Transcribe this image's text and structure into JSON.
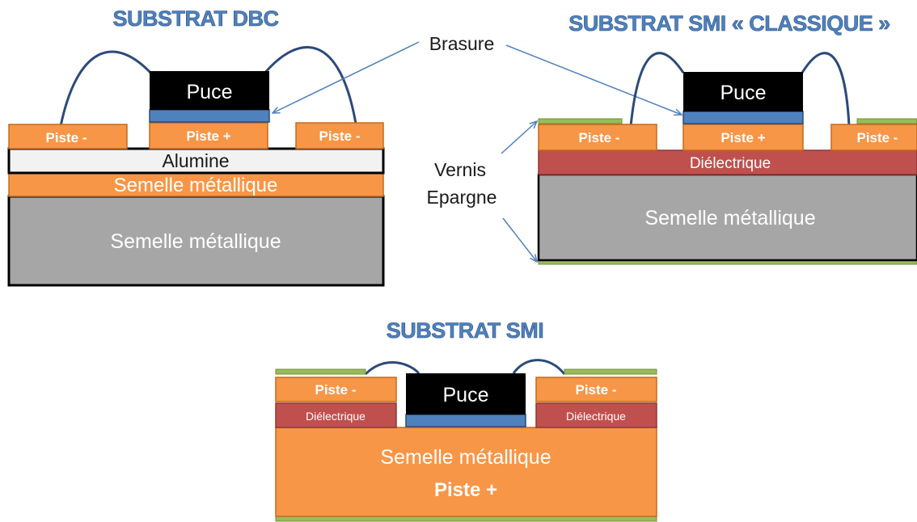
{
  "titles": {
    "dbc": "SUBSTRAT DBC",
    "smi_classique": "SUBSTRAT SMI « CLASSIQUE »",
    "smi": "SUBSTRAT SMI"
  },
  "callouts": {
    "brasure": "Brasure",
    "vernis_line1": "Vernis",
    "vernis_line2": "Epargne"
  },
  "dbc": {
    "puce": "Puce",
    "piste_plus": "Piste +",
    "piste_minus_left": "Piste -",
    "piste_minus_right": "Piste -",
    "alumine": "Alumine",
    "semelle_orange": "Semelle métallique",
    "semelle_gray": "Semelle métallique"
  },
  "smi_classique": {
    "puce": "Puce",
    "piste_plus": "Piste +",
    "piste_minus_left": "Piste -",
    "piste_minus_right": "Piste -",
    "dielectrique": "Diélectrique",
    "semelle": "Semelle métallique"
  },
  "smi": {
    "puce": "Puce",
    "piste_minus_left": "Piste -",
    "piste_minus_right": "Piste -",
    "dielectrique_left": "Diélectrique",
    "dielectrique_right": "Diélectrique",
    "semelle": "Semelle métallique",
    "piste_plus": "Piste +"
  },
  "colors": {
    "orange": "#f79646",
    "orange_border": "#c46a1e",
    "gray": "#a6a6a6",
    "alumine": "#f2f2f2",
    "dielectric": "#c0504d",
    "dielectric_border": "#8c3836",
    "green_vernis": "#9bbb59",
    "blue_brasure": "#4f81bd",
    "puce": "#000000",
    "wire": "#2c4a7a",
    "title": "#4f81bd"
  }
}
